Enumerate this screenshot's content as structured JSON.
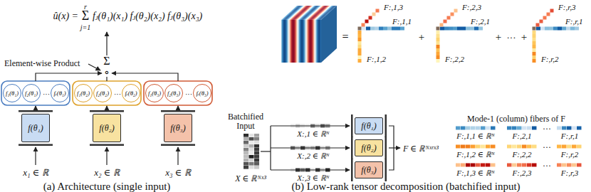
{
  "diagram": {
    "nodes": [
      {
        "text": [
          "f₁(θ₁)"
        ]
      },
      {
        "text": [
          "f₂(θ₁)"
        ]
      },
      {
        "text": [
          "fᵣ(θ₁)"
        ]
      },
      {
        "text": [
          "f₁(θ₂)"
        ]
      },
      {
        "text": [
          "f₂(θ₂)"
        ]
      },
      {
        "text": [
          "fᵣ(θ₂)"
        ]
      },
      {
        "text": [
          "f₁(θ₃)"
        ]
      },
      {
        "text": [
          "f₂(θ₃)"
        ]
      },
      {
        "text": [
          "fᵣ(θ₃)"
        ]
      },
      {
        "text": [
          "f(θ₁)"
        ]
      },
      {
        "text": [
          "f(θ₂)"
        ]
      },
      {
        "text": [
          "f(θ₃)"
        ]
      },
      {
        "text": [
          "f(θ₁)"
        ]
      },
      {
        "text": [
          "f(θ₂)"
        ]
      },
      {
        "text": [
          "f(θ₃)"
        ]
      }
    ],
    "labels": [
      "û(x) =",
      "r",
      "Σ",
      "j=1",
      "fⱼ(θ₁)(x₁) fⱼ(θ₂)(x₂) fⱼ(θ₃)(x₃)",
      "Σ",
      "∘",
      "Element-wise Product",
      "···",
      "···",
      "···",
      "x₁ ∈ ℝ",
      "x₂ ∈ ℝ",
      "x₃ ∈ ℝ",
      "(a) Architecture (single input)",
      "=",
      "F:,1,3",
      "F:,1,1",
      "F:,1,2",
      "+",
      "F:,2,3",
      "F:,2,1",
      "F:,2,2",
      "+",
      "···",
      "+",
      "F:,r,3",
      "F:,r,1",
      "F:,r,2",
      "Batchified Input",
      "X ∈ ℝᴺˣ³",
      "X:,1 ∈ ℝᴺ",
      "X:,2 ∈ ℝᴺ",
      "X:,3 ∈ ℝᴺ",
      "F ∈ ℝᴺˣʳˣ³",
      "Mode-1 (column) fibers of F",
      "F:,1,1 ∈ ℝᴺ",
      "F:,2,1",
      "···",
      "F:,r,1",
      "F:,1,2 ∈ ℝᴺ",
      "F:,2,2",
      "···",
      "F:,r,2",
      "F:,1,3 ∈ ℝᴺ",
      "F:,2,3",
      "···",
      "F:,r,3",
      "(b) Low-rank tensor decomposition (batchified input)"
    ]
  }
}
